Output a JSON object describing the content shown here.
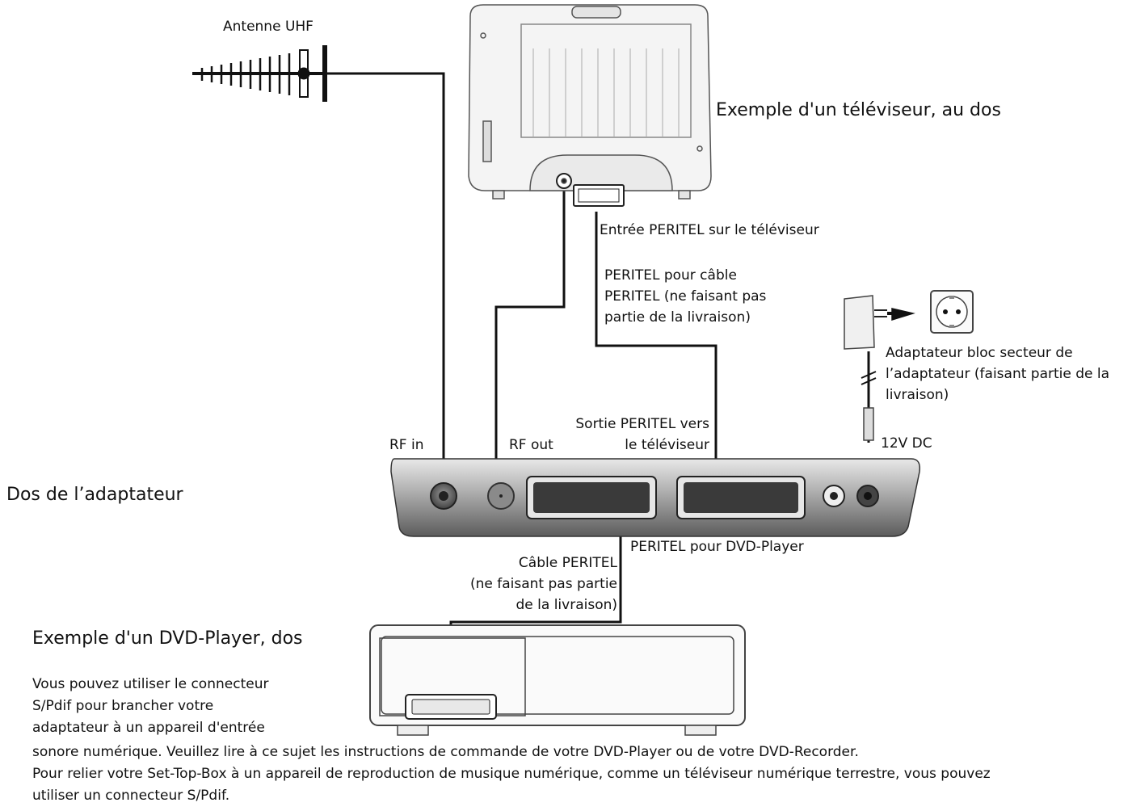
{
  "labels": {
    "antenna": "Antenne UHF",
    "tv_caption": "Exemple d'un téléviseur, au dos",
    "tv_scart_input": "Entrée PERITEL sur le téléviseur",
    "scart_cable_tv": [
      "PERITEL pour câble",
      "PERITEL (ne faisant pas",
      "partie de la livraison)"
    ],
    "power_adapter": [
      "Adaptateur bloc secteur de",
      "l’adaptateur (faisant partie de la",
      "livraison)"
    ],
    "scart_out_tv": [
      "Sortie PERITEL vers",
      "le téléviseur"
    ],
    "rf_in": "RF in",
    "rf_out": "RF out",
    "dc": "12V DC",
    "adapter_back": "Dos de l’adaptateur",
    "scart_dvd": "PERITEL pour DVD-Player",
    "scart_cable_dvd": [
      "Câble PERITEL",
      "(ne faisant pas partie",
      "de la livraison)"
    ],
    "dvd_caption": "Exemple d'un DVD-Player, dos"
  },
  "notes": {
    "spdif_left": [
      "Vous pouvez utiliser le connecteur",
      "S/Pdif pour brancher votre",
      "adaptateur à un appareil d'entrée"
    ],
    "line1": "sonore numérique. Veuillez lire à ce sujet les instructions de commande de votre DVD-Player ou de votre DVD-Recorder.",
    "line2": "Pour relier votre Set-Top-Box à un appareil de reproduction de musique numérique, comme un téléviseur numérique terrestre, vous pouvez",
    "line3": "utiliser un connecteur S/Pdif."
  },
  "colors": {
    "line": "#111111",
    "device_fill": "#f2f2f2",
    "device_stroke": "#444444"
  }
}
